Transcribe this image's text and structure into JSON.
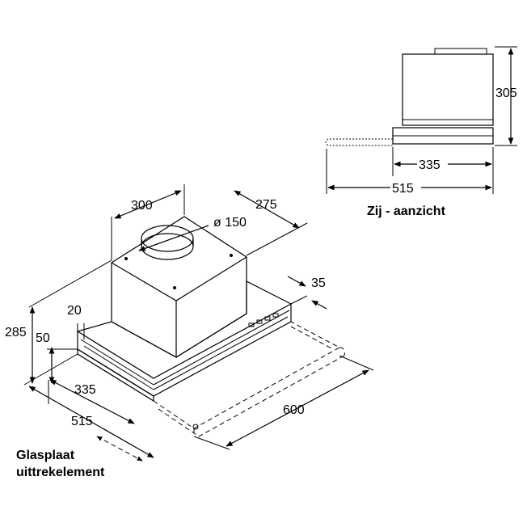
{
  "side_view": {
    "title": "Zij - aanzicht",
    "height": "305",
    "depth_inner": "335",
    "depth_outer": "515"
  },
  "main_view": {
    "duct_offset": "300",
    "duct_depth": "275",
    "duct_diameter": "ø 150",
    "front_offset": "35",
    "glass_offset": "20",
    "total_height": "285",
    "front_height": "50",
    "depth_inner": "335",
    "depth_outer": "515",
    "width": "600"
  },
  "caption": {
    "line1": "Glasplaat",
    "line2": "uittrekelement"
  }
}
